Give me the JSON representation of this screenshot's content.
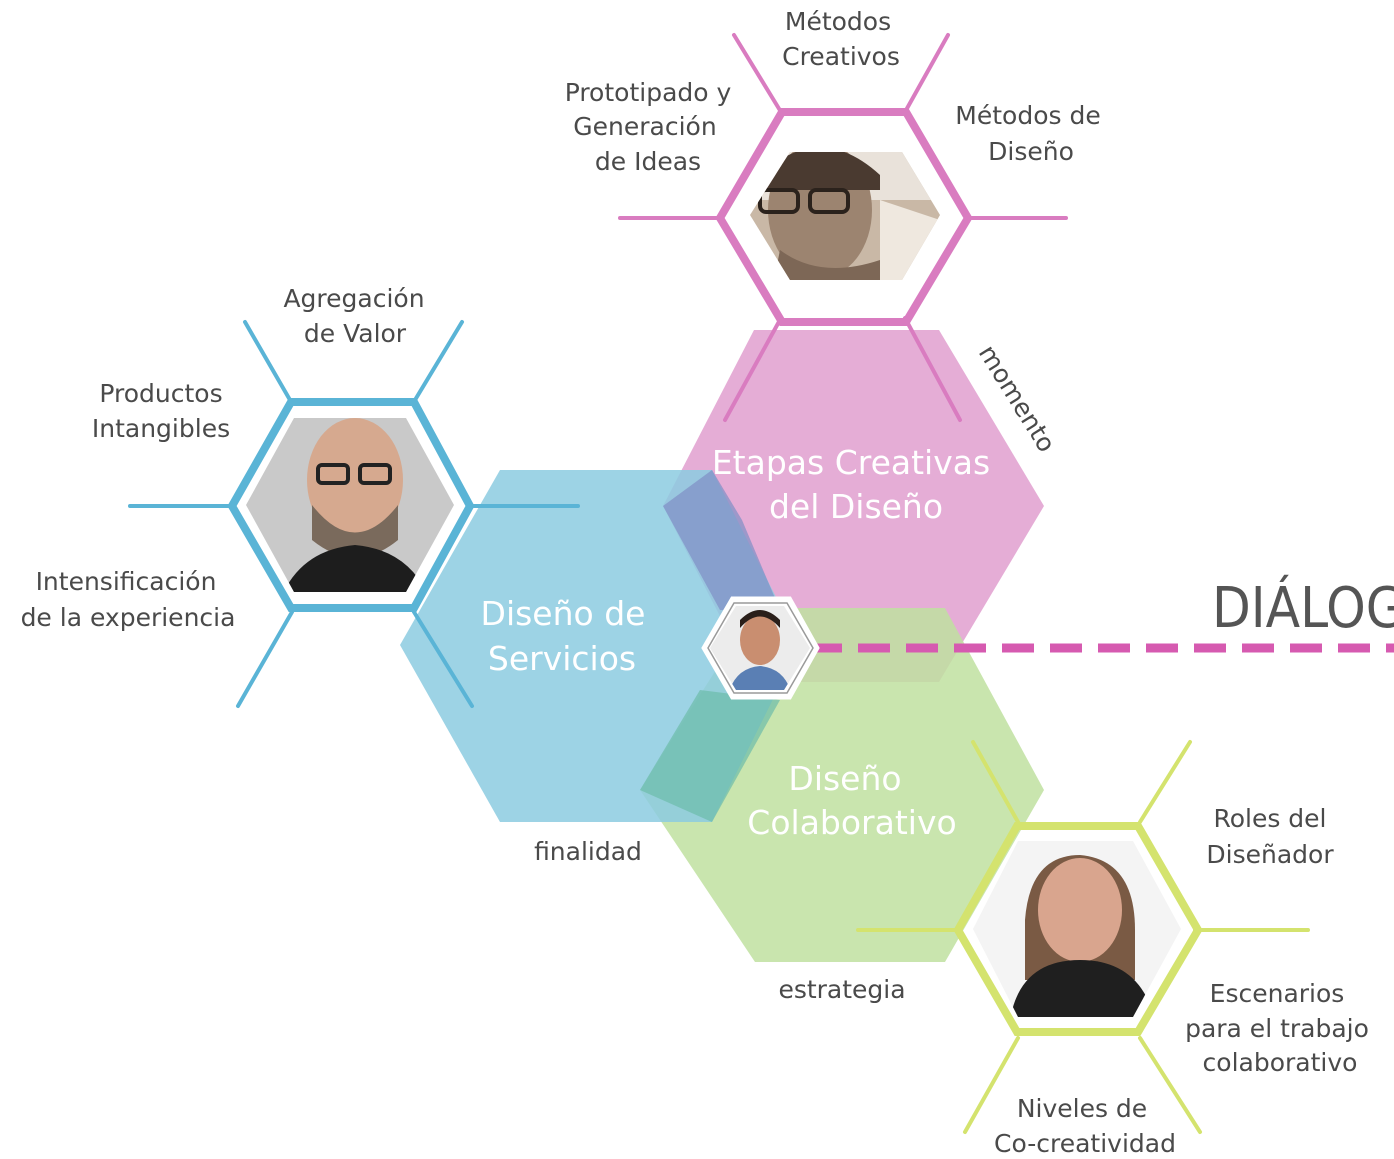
{
  "colors": {
    "blue": "#5ab4d6",
    "blue_hex": "#9dd1e4",
    "pink": "#d97cc0",
    "pink_hex": "#e8a9d6",
    "green": "#d4e36e",
    "green_hex": "#c8e3a4",
    "dash": "#d65ab0",
    "text": "#4a4a4a"
  },
  "hexes": {
    "servicios": [
      "Diseño de",
      "Servicios"
    ],
    "etapas": [
      "Etapas Creativas",
      "del Diseño"
    ],
    "colaborativo": [
      "Diseño",
      "Colaborativo"
    ]
  },
  "connectors": {
    "momento": "momento",
    "finalidad": "finalidad",
    "estrategia": "estrategia"
  },
  "blue_cluster": {
    "top": [
      "Agregación",
      "de Valor"
    ],
    "left_upper": [
      "Productos",
      "Intangibles"
    ],
    "left_lower": [
      "Intensificación",
      "de la experiencia"
    ],
    "portrait": "man-portrait-glasses-icon"
  },
  "pink_cluster": {
    "top": [
      "Métodos",
      "Creativos"
    ],
    "left": [
      "Prototipado y",
      "Generación",
      "de Ideas"
    ],
    "right": [
      "Métodos de",
      "Diseño"
    ],
    "portrait": "man-portrait-sepia-icon"
  },
  "green_cluster": {
    "top_right": [
      "Roles del",
      "Diseñador"
    ],
    "right": [
      "Escenarios",
      "para el trabajo",
      "colaborativo"
    ],
    "bottom": [
      "Niveles de",
      "Co-creatividad"
    ],
    "portrait": "woman-portrait-icon"
  },
  "center": {
    "portrait": "center-man-portrait-icon"
  },
  "dialog_title": "DIÁLOG"
}
